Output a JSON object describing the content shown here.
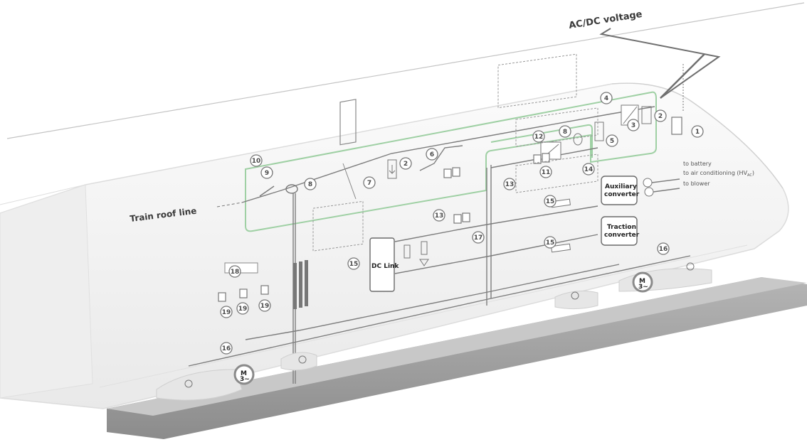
{
  "header": {
    "voltage_label": "AC/DC voltage",
    "roof_line_label": "Train roof line"
  },
  "converters": {
    "auxiliary_line1": "Auxiliary",
    "auxiliary_line2": "converter",
    "traction_line1": "Traction",
    "traction_line2": "converter",
    "dc_link": "DC Link"
  },
  "outputs": {
    "battery": "to battery",
    "air_conditioning": "to air conditioning (HV",
    "air_conditioning_sub": "AC",
    "air_conditioning_end": ")",
    "blower": "to blower"
  },
  "motor": {
    "symbol": "M",
    "phase": "3~"
  },
  "numbers": [
    "1",
    "2",
    "3",
    "4",
    "5",
    "2",
    "6",
    "7",
    "8",
    "9",
    "10",
    "12",
    "8",
    "11",
    "13",
    "14",
    "15",
    "15",
    "15",
    "13",
    "17",
    "16",
    "16",
    "18",
    "19",
    "19",
    "19"
  ],
  "colors": {
    "green_frame": "#9fd0a4",
    "wire": "#7d7d7d",
    "body_fill": "#f4f4f4",
    "track": "#9a9a9a"
  }
}
